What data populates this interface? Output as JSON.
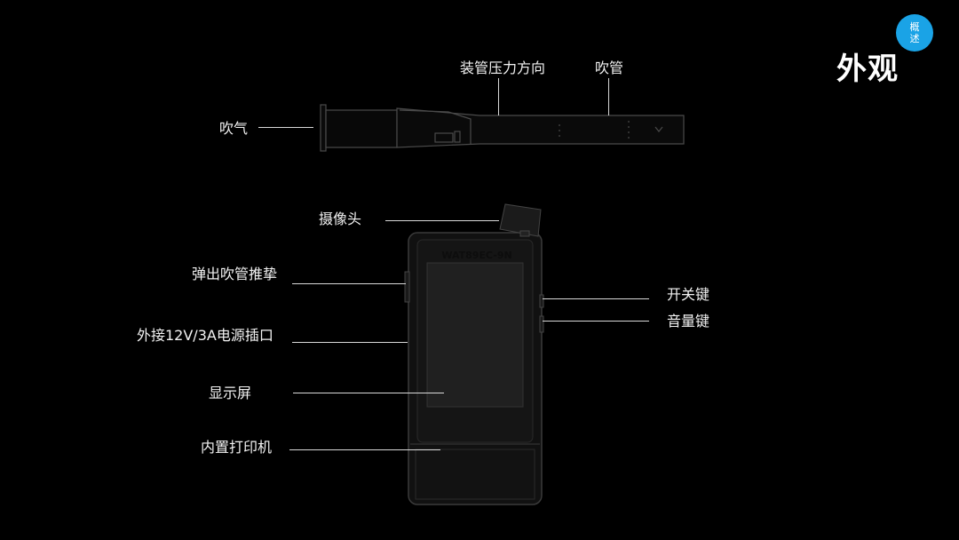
{
  "header": {
    "badge_line1": "概",
    "badge_line2": "述",
    "title": "外观",
    "accent_color": "#1aa3e6"
  },
  "tube_labels": {
    "pressure_direction": "装管压力方向",
    "tube": "吹管",
    "blow": "吹气"
  },
  "device": {
    "model": "WAT89EC-9N"
  },
  "device_labels": {
    "camera": "摄像头",
    "eject": "弹出吹管推挚",
    "power_port": "外接12V/3A电源插口",
    "screen": "显示屏",
    "printer": "内置打印机",
    "power_key": "开关键",
    "volume_key": "音量键"
  }
}
